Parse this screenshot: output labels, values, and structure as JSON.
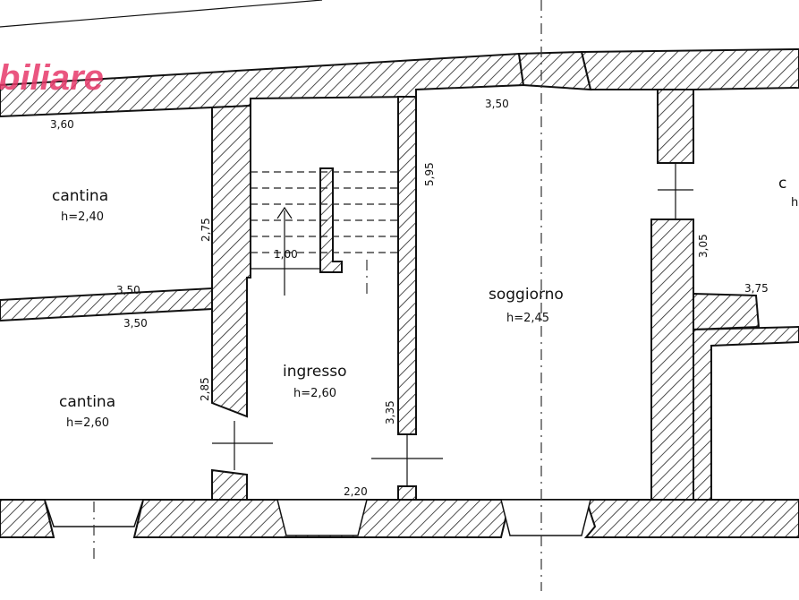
{
  "watermark": "biliare",
  "rooms": {
    "cantina_top": {
      "name": "cantina",
      "height": "h=2,40"
    },
    "cantina_bottom": {
      "name": "cantina",
      "height": "h=2,60"
    },
    "ingresso": {
      "name": "ingresso",
      "height": "h=2,60"
    },
    "soggiorno": {
      "name": "soggiorno",
      "height": "h=2,45"
    },
    "right_room": {
      "name": "c",
      "height": "h"
    }
  },
  "dimensions": {
    "d360": "3,60",
    "d350_a": "3,50",
    "d350_b": "3,50",
    "d350_c": "3,50",
    "d275": "2,75",
    "d285": "2,85",
    "d100": "1,00",
    "d595": "5,95",
    "d335": "3,35",
    "d220": "2,20",
    "d305": "3,05",
    "d375": "3,75"
  }
}
